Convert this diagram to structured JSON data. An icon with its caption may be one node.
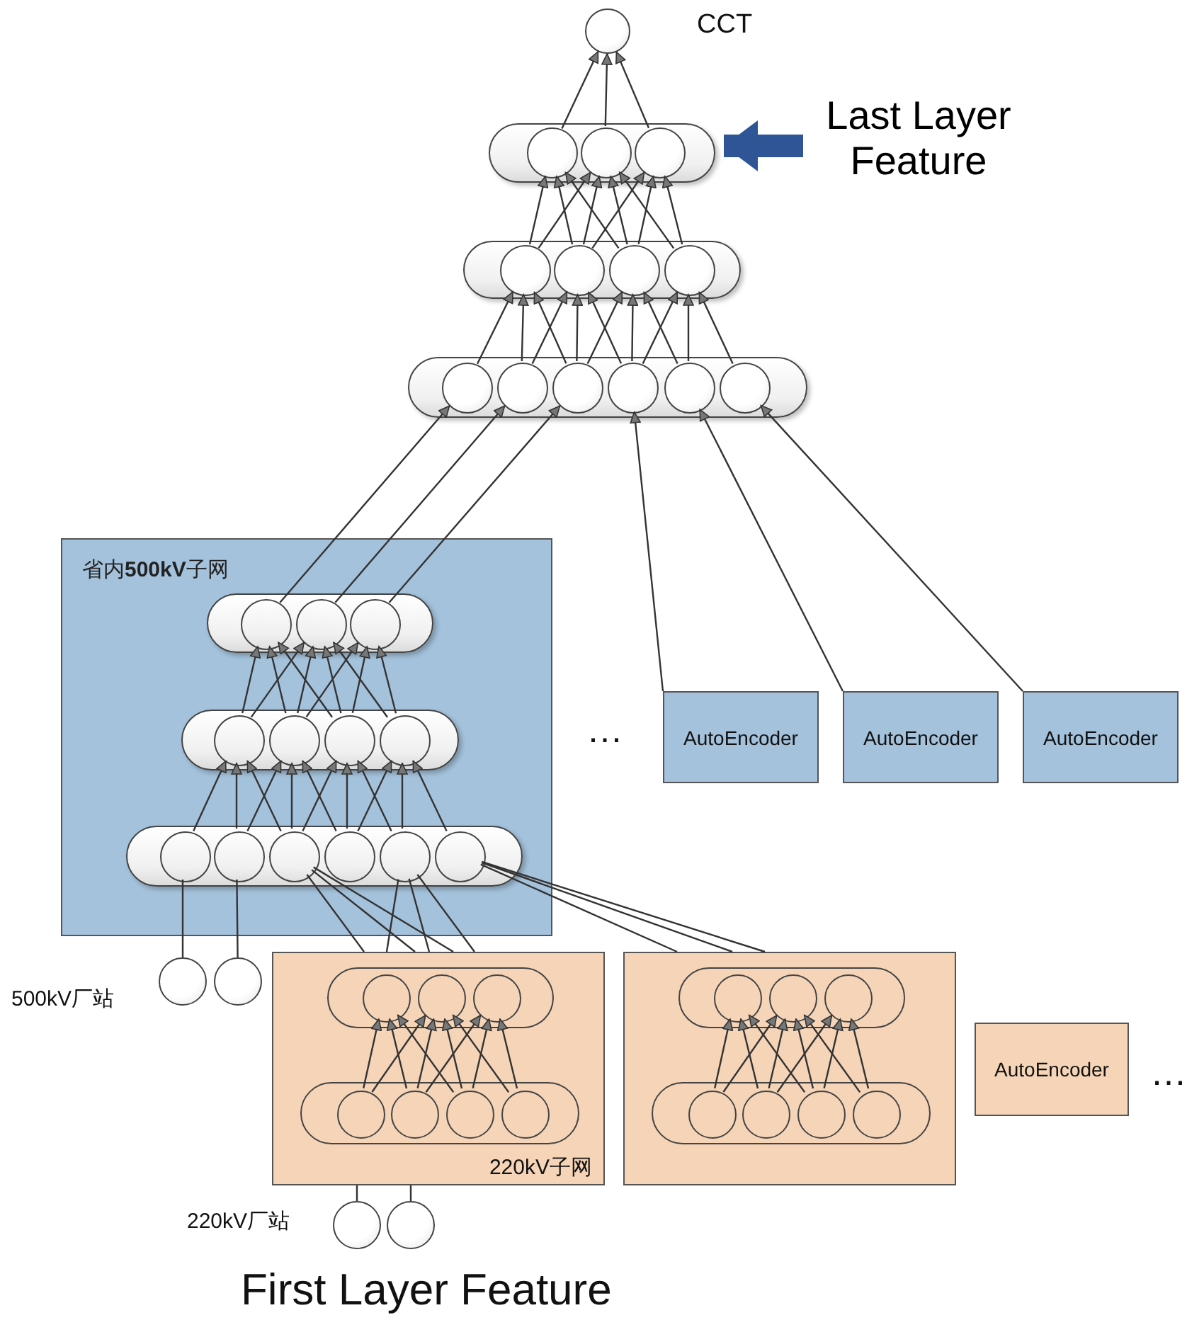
{
  "diagram": {
    "nodes": [
      {
        "text": [],
        "shape": "circle",
        "beside": [
          "CCT"
        ]
      },
      {
        "text": [
          "Last Layer Feature"
        ]
      },
      {
        "text": [],
        "shape": "pill"
      },
      {
        "text": [],
        "shape": "circle",
        "in": 2
      },
      {
        "text": [],
        "shape": "circle",
        "in": 2
      },
      {
        "text": [],
        "shape": "circle",
        "in": 2
      },
      {
        "text": [],
        "shape": "pill"
      },
      {
        "text": [],
        "shape": "circle",
        "in": 6
      },
      {
        "text": [],
        "shape": "circle",
        "in": 6
      },
      {
        "text": [],
        "shape": "circle",
        "in": 6
      },
      {
        "text": [],
        "shape": "circle",
        "in": 6
      },
      {
        "text": [],
        "shape": "pill"
      },
      {
        "text": [],
        "shape": "circle",
        "in": 11
      },
      {
        "text": [],
        "shape": "circle",
        "in": 11
      },
      {
        "text": [],
        "shape": "circle",
        "in": 11
      },
      {
        "text": [],
        "shape": "circle",
        "in": 11
      },
      {
        "text": [],
        "shape": "circle",
        "in": 11
      },
      {
        "text": [],
        "shape": "circle",
        "in": 11
      },
      {
        "text": [
          "省内**500kV**子网"
        ]
      },
      {
        "text": [],
        "shape": "pill",
        "in": 18
      },
      {
        "text": [],
        "shape": "circle",
        "in": 19
      },
      {
        "text": [],
        "shape": "circle",
        "in": 19
      },
      {
        "text": [],
        "shape": "circle",
        "in": 19
      },
      {
        "text": [],
        "shape": "pill",
        "in": 18
      },
      {
        "text": [],
        "shape": "circle",
        "in": 23
      },
      {
        "text": [],
        "shape": "circle",
        "in": 23
      },
      {
        "text": [],
        "shape": "circle",
        "in": 23
      },
      {
        "text": [],
        "shape": "circle",
        "in": 23
      },
      {
        "text": [],
        "shape": "pill",
        "in": 18
      },
      {
        "text": [],
        "shape": "circle",
        "in": 28
      },
      {
        "text": [],
        "shape": "circle",
        "in": 28
      },
      {
        "text": [],
        "shape": "circle",
        "in": 28
      },
      {
        "text": [],
        "shape": "circle",
        "in": 28
      },
      {
        "text": [],
        "shape": "circle",
        "in": 28
      },
      {
        "text": [],
        "shape": "circle",
        "in": 28
      },
      {
        "text": [
          "AutoEncoder"
        ]
      },
      {
        "text": [
          "AutoEncoder"
        ]
      },
      {
        "text": [
          "AutoEncoder"
        ]
      },
      {
        "text": [],
        "shape": "circle"
      },
      {
        "text": [],
        "shape": "circle"
      },
      {
        "text": [
          "220kV子网"
        ]
      },
      {
        "text": [],
        "shape": "pill",
        "in": 40
      },
      {
        "text": [],
        "shape": "circle",
        "in": 41
      },
      {
        "text": [],
        "shape": "circle",
        "in": 41
      },
      {
        "text": [],
        "shape": "circle",
        "in": 41
      },
      {
        "text": [],
        "shape": "pill",
        "in": 40
      },
      {
        "text": [],
        "shape": "circle",
        "in": 45
      },
      {
        "text": [],
        "shape": "circle",
        "in": 45
      },
      {
        "text": [],
        "shape": "circle",
        "in": 45
      },
      {
        "text": [],
        "shape": "circle",
        "in": 45
      },
      {
        "text": [],
        "shape": "box"
      },
      {
        "text": [],
        "shape": "pill",
        "in": 50
      },
      {
        "text": [],
        "shape": "circle",
        "in": 51
      },
      {
        "text": [],
        "shape": "circle",
        "in": 51
      },
      {
        "text": [],
        "shape": "circle",
        "in": 51
      },
      {
        "text": [],
        "shape": "pill",
        "in": 50
      },
      {
        "text": [],
        "shape": "circle",
        "in": 55
      },
      {
        "text": [],
        "shape": "circle",
        "in": 55
      },
      {
        "text": [],
        "shape": "circle",
        "in": 55
      },
      {
        "text": [],
        "shape": "circle",
        "in": 55
      },
      {
        "text": [
          "AutoEncoder"
        ]
      },
      {
        "text": [],
        "shape": "circle"
      },
      {
        "text": [],
        "shape": "circle"
      }
    ],
    "edges": [
      {
        "from": 3,
        "to": 0,
        "arrow": "to"
      },
      {
        "from": 4,
        "to": 0,
        "arrow": "to"
      },
      {
        "from": 5,
        "to": 0,
        "arrow": "to"
      },
      {
        "from": 7,
        "to": 3,
        "arrow": "to"
      },
      {
        "from": 7,
        "to": 4,
        "arrow": "to"
      },
      {
        "from": 8,
        "to": 3,
        "arrow": "to"
      },
      {
        "from": 8,
        "to": 4,
        "arrow": "to"
      },
      {
        "from": 8,
        "to": 5,
        "arrow": "to"
      },
      {
        "from": 9,
        "to": 3,
        "arrow": "to"
      },
      {
        "from": 9,
        "to": 4,
        "arrow": "to"
      },
      {
        "from": 9,
        "to": 5,
        "arrow": "to"
      },
      {
        "from": 10,
        "to": 4,
        "arrow": "to"
      },
      {
        "from": 10,
        "to": 5,
        "arrow": "to"
      },
      {
        "from": 12,
        "to": 7,
        "arrow": "to"
      },
      {
        "from": 13,
        "to": 7,
        "arrow": "to"
      },
      {
        "from": 13,
        "to": 8,
        "arrow": "to"
      },
      {
        "from": 14,
        "to": 7,
        "arrow": "to"
      },
      {
        "from": 14,
        "to": 8,
        "arrow": "to"
      },
      {
        "from": 14,
        "to": 9,
        "arrow": "to"
      },
      {
        "from": 15,
        "to": 8,
        "arrow": "to"
      },
      {
        "from": 15,
        "to": 9,
        "arrow": "to"
      },
      {
        "from": 15,
        "to": 10,
        "arrow": "to"
      },
      {
        "from": 16,
        "to": 9,
        "arrow": "to"
      },
      {
        "from": 16,
        "to": 10,
        "arrow": "to"
      },
      {
        "from": 17,
        "to": 10,
        "arrow": "to"
      },
      {
        "from": 20,
        "to": 12,
        "arrow": "to"
      },
      {
        "from": 21,
        "to": 13,
        "arrow": "to"
      },
      {
        "from": 22,
        "to": 14,
        "arrow": "to"
      },
      {
        "from": 35,
        "to": 15,
        "arrow": "to"
      },
      {
        "from": 36,
        "to": 16,
        "arrow": "to"
      },
      {
        "from": 37,
        "to": 17,
        "arrow": "to"
      },
      {
        "from": 24,
        "to": 20,
        "arrow": "to"
      },
      {
        "from": 24,
        "to": 21,
        "arrow": "to"
      },
      {
        "from": 25,
        "to": 20,
        "arrow": "to"
      },
      {
        "from": 25,
        "to": 21,
        "arrow": "to"
      },
      {
        "from": 25,
        "to": 22,
        "arrow": "to"
      },
      {
        "from": 26,
        "to": 20,
        "arrow": "to"
      },
      {
        "from": 26,
        "to": 21,
        "arrow": "to"
      },
      {
        "from": 26,
        "to": 22,
        "arrow": "to"
      },
      {
        "from": 27,
        "to": 21,
        "arrow": "to"
      },
      {
        "from": 27,
        "to": 22,
        "arrow": "to"
      },
      {
        "from": 29,
        "to": 24,
        "arrow": "to"
      },
      {
        "from": 30,
        "to": 24,
        "arrow": "to"
      },
      {
        "from": 30,
        "to": 25,
        "arrow": "to"
      },
      {
        "from": 31,
        "to": 24,
        "arrow": "to"
      },
      {
        "from": 31,
        "to": 25,
        "arrow": "to"
      },
      {
        "from": 31,
        "to": 26,
        "arrow": "to"
      },
      {
        "from": 32,
        "to": 25,
        "arrow": "to"
      },
      {
        "from": 32,
        "to": 26,
        "arrow": "to"
      },
      {
        "from": 32,
        "to": 27,
        "arrow": "to"
      },
      {
        "from": 33,
        "to": 26,
        "arrow": "to"
      },
      {
        "from": 33,
        "to": 27,
        "arrow": "to"
      },
      {
        "from": 34,
        "to": 27,
        "arrow": "to"
      },
      {
        "from": 29,
        "to": 38,
        "arrow": "none"
      },
      {
        "from": 30,
        "to": 39,
        "arrow": "none"
      },
      {
        "from": 31,
        "to": 40,
        "arrow": "none"
      },
      {
        "from": 31,
        "to": 40,
        "arrow": "none"
      },
      {
        "from": 31,
        "to": 40,
        "arrow": "none"
      },
      {
        "from": 33,
        "to": 40,
        "arrow": "none"
      },
      {
        "from": 33,
        "to": 40,
        "arrow": "none"
      },
      {
        "from": 33,
        "to": 40,
        "arrow": "none"
      },
      {
        "from": 34,
        "to": 50,
        "arrow": "none"
      },
      {
        "from": 34,
        "to": 50,
        "arrow": "none"
      },
      {
        "from": 34,
        "to": 50,
        "arrow": "none"
      },
      {
        "from": 46,
        "to": 42,
        "arrow": "to"
      },
      {
        "from": 46,
        "to": 43,
        "arrow": "to"
      },
      {
        "from": 47,
        "to": 42,
        "arrow": "to"
      },
      {
        "from": 47,
        "to": 43,
        "arrow": "to"
      },
      {
        "from": 47,
        "to": 44,
        "arrow": "to"
      },
      {
        "from": 48,
        "to": 42,
        "arrow": "to"
      },
      {
        "from": 48,
        "to": 43,
        "arrow": "to"
      },
      {
        "from": 48,
        "to": 44,
        "arrow": "to"
      },
      {
        "from": 49,
        "to": 43,
        "arrow": "to"
      },
      {
        "from": 49,
        "to": 44,
        "arrow": "to"
      },
      {
        "from": 56,
        "to": 52,
        "arrow": "to"
      },
      {
        "from": 56,
        "to": 53,
        "arrow": "to"
      },
      {
        "from": 57,
        "to": 52,
        "arrow": "to"
      },
      {
        "from": 57,
        "to": 53,
        "arrow": "to"
      },
      {
        "from": 57,
        "to": 54,
        "arrow": "to"
      },
      {
        "from": 58,
        "to": 52,
        "arrow": "to"
      },
      {
        "from": 58,
        "to": 53,
        "arrow": "to"
      },
      {
        "from": 58,
        "to": 54,
        "arrow": "to"
      },
      {
        "from": 59,
        "to": 53,
        "arrow": "to"
      },
      {
        "from": 59,
        "to": 54,
        "arrow": "to"
      },
      {
        "from": 61,
        "to": 40,
        "arrow": "none"
      },
      {
        "from": 62,
        "to": 40,
        "arrow": "none"
      },
      {
        "from": 1,
        "to": 2,
        "arrow": "to",
        "style": "thick",
        "color": "#2f5597"
      }
    ],
    "labels": [
      "…",
      "500kV厂站",
      "…",
      "220kV厂站",
      "First Layer Feature"
    ]
  }
}
